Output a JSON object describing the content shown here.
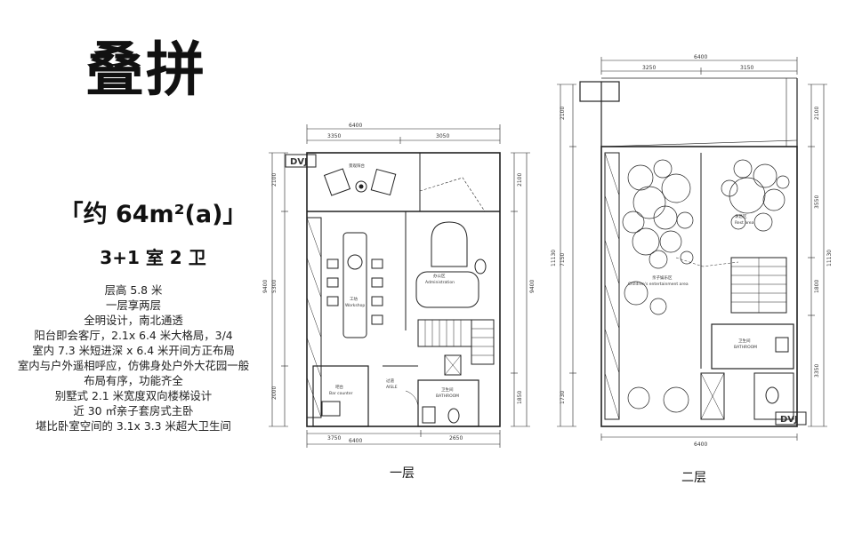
{
  "title": "叠拼",
  "area": "「约 64m²(a)」",
  "rooms": "3+1 室 2 卫",
  "features": [
    "层高 5.8 米",
    "一层享两层",
    "全明设计，南北通透",
    "阳台即会客厅，2.1x 6.4 米大格局，3/4",
    "室内 7.3 米短进深 x 6.4 米开间方正布局",
    "室内与户外遥相呼应，仿佛身处户外大花园一般",
    "布局有序，功能齐全",
    "别墅式 2.1 米宽度双向楼梯设计",
    "近 30 ㎡亲子套房式主卧",
    "堪比卧室空间的 3.1x 3.3 米超大卫生间"
  ],
  "floor1": {
    "label": "一层",
    "dims": {
      "top_total": "6400",
      "top_left": "3350",
      "top_right": "3050",
      "bottom_total": "6400",
      "bottom_left": "3750",
      "bottom_right": "2650",
      "left_a": "2100",
      "left_b": "5300",
      "left_c": "2000",
      "left_total": "9400",
      "right_a": "2100",
      "right_b": "1850",
      "right_total": "9400"
    },
    "rooms": {
      "balcony": "景观阳台",
      "workshop_cn": "工坊",
      "workshop_en": "Workshop",
      "office_cn": "办公区",
      "office_en": "Administration",
      "bar_cn": "吧台",
      "bar_en": "Bar counter",
      "corridor_cn": "过道",
      "corridor_en": "AISLE",
      "bath_cn": "卫生间",
      "bath_en": "BATHROOM"
    }
  },
  "floor2": {
    "label": "二层",
    "dims": {
      "top_total": "6400",
      "top_left": "3250",
      "top_right": "3150",
      "bottom_total": "6400",
      "left_a": "2100",
      "left_b": "7150",
      "left_c": "1730",
      "right_a": "2100",
      "right_b": "3550",
      "right_c": "1800",
      "right_d": "3350",
      "total": "11130"
    },
    "rooms": {
      "parent_cn": "亲子娱乐区",
      "parent_en": "Children's entertainment area",
      "rest_cn": "休息区",
      "rest_en": "Rest area",
      "bath_cn": "卫生间",
      "bath_en": "BATHROOM"
    }
  }
}
